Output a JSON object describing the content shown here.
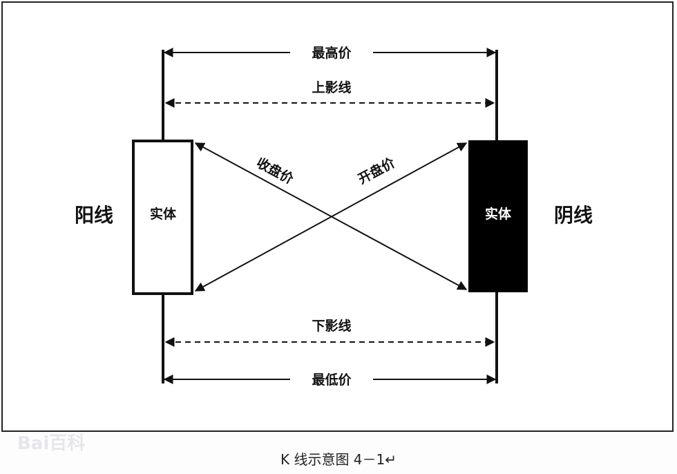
{
  "diagram": {
    "labels": {
      "highest_price": "最高价",
      "upper_shadow": "上影线",
      "lower_shadow": "下影线",
      "lowest_price": "最低价",
      "close_price": "收盘价",
      "open_price": "开盘价",
      "bullish_line": "阳线",
      "bearish_line": "阴线",
      "bullish_body": "实体",
      "bearish_body": "实体"
    },
    "caption": "K 线示意图 4－1↵",
    "watermark": "Bai百科",
    "colors": {
      "line": "#111111",
      "bearish_fill": "#000000",
      "bullish_fill": "#ffffff",
      "background": "#fdfdfe"
    }
  }
}
